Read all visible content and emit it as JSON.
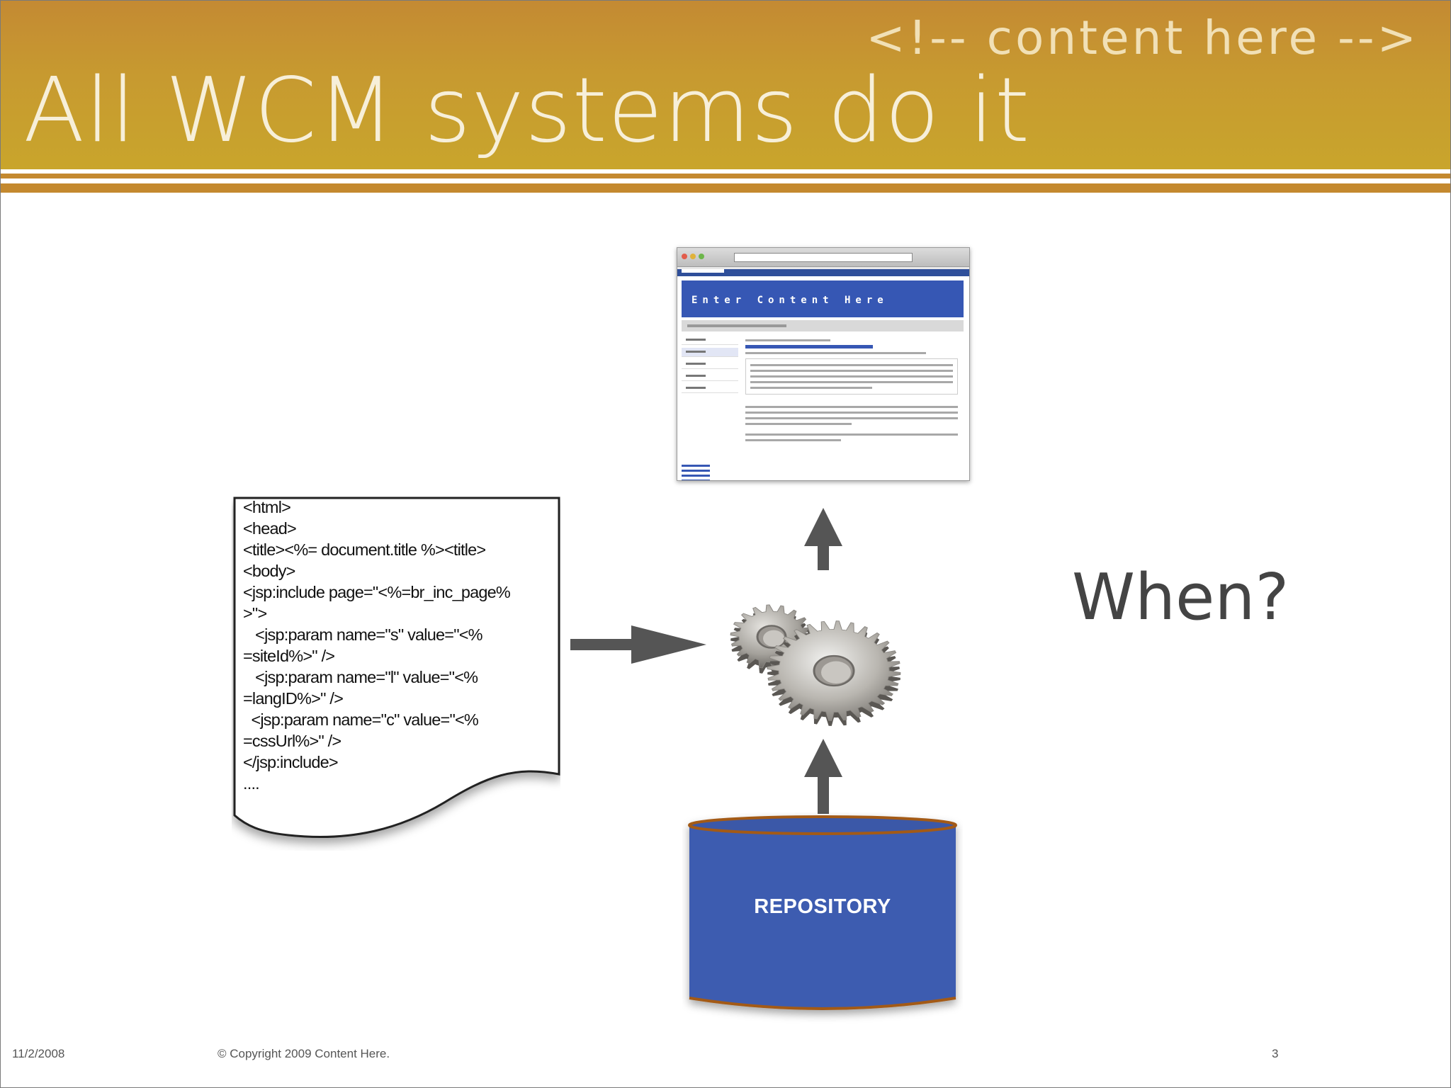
{
  "header": {
    "tagline": "<!-- content here -->",
    "title": "All WCM systems do it"
  },
  "browser_screenshot": {
    "banner_text": "Enter Content Here"
  },
  "template_document": {
    "lines": [
      "<html>",
      "<head>",
      "<title><%= document.title %><title>",
      "<body>",
      "<jsp:include page=\"<%=br_inc_page%",
      ">\">",
      "   <jsp:param name=\"s\" value=\"<%",
      "=siteId%>\" />",
      "   <jsp:param name=\"l\" value=\"<%",
      "=langID%>\" />",
      "  <jsp:param name=\"c\" value=\"<%",
      "=cssUrl%>\" />",
      "</jsp:include>",
      "...."
    ]
  },
  "repository": {
    "label": "REPOSITORY"
  },
  "question": "When?",
  "footer": {
    "date": "11/2/2008",
    "copyright": "© Copyright 2009 Content Here.",
    "page_number": "3"
  },
  "colors": {
    "header_gold": "#c79a30",
    "rule_gold": "#c4892f",
    "repository_blue": "#3d5cb0",
    "arrow_gray": "#555555"
  }
}
